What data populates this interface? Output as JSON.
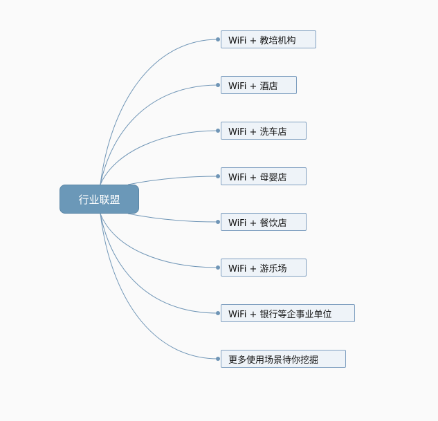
{
  "root": {
    "label": "行业联盟"
  },
  "children": [
    {
      "label": "WiFi + 教培机构"
    },
    {
      "label": "WiFi + 酒店"
    },
    {
      "label": "WiFi + 洗车店"
    },
    {
      "label": "WiFi + 母婴店"
    },
    {
      "label": "WiFi + 餐饮店"
    },
    {
      "label": "WiFi + 游乐场"
    },
    {
      "label": "WiFi + 银行等企事业单位"
    },
    {
      "label": "更多使用场景待你挖掘"
    }
  ],
  "colors": {
    "root_fill": "#6b98b8",
    "node_fill": "#eef3f8",
    "node_border": "#7f9fc0",
    "line": "#6f95b6"
  }
}
